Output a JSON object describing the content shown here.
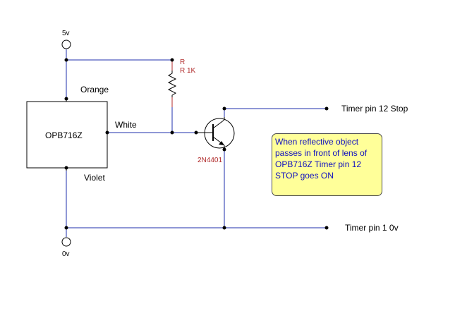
{
  "colors": {
    "wire": "#1f2fae",
    "component": "#000000",
    "resistor_lead": "#b02a2a",
    "ref_text": "#b02a2a",
    "note_bg": "#ffff99",
    "note_text": "#1010c0"
  },
  "supply": {
    "vcc_label": "5v",
    "gnd_label": "0v"
  },
  "sensor": {
    "part_label": "OPB716Z"
  },
  "wires": {
    "orange": "Orange",
    "white": "White",
    "violet": "Violet"
  },
  "resistor": {
    "ref": "R",
    "value": "R 1K"
  },
  "transistor": {
    "part": "2N4401"
  },
  "outputs": {
    "stop": "Timer pin 12 Stop",
    "common": "Timer pin 1 0v"
  },
  "note": {
    "text": "When reflective object\npasses in front of lens of\nOPB716Z Timer pin 12\nSTOP goes ON"
  }
}
